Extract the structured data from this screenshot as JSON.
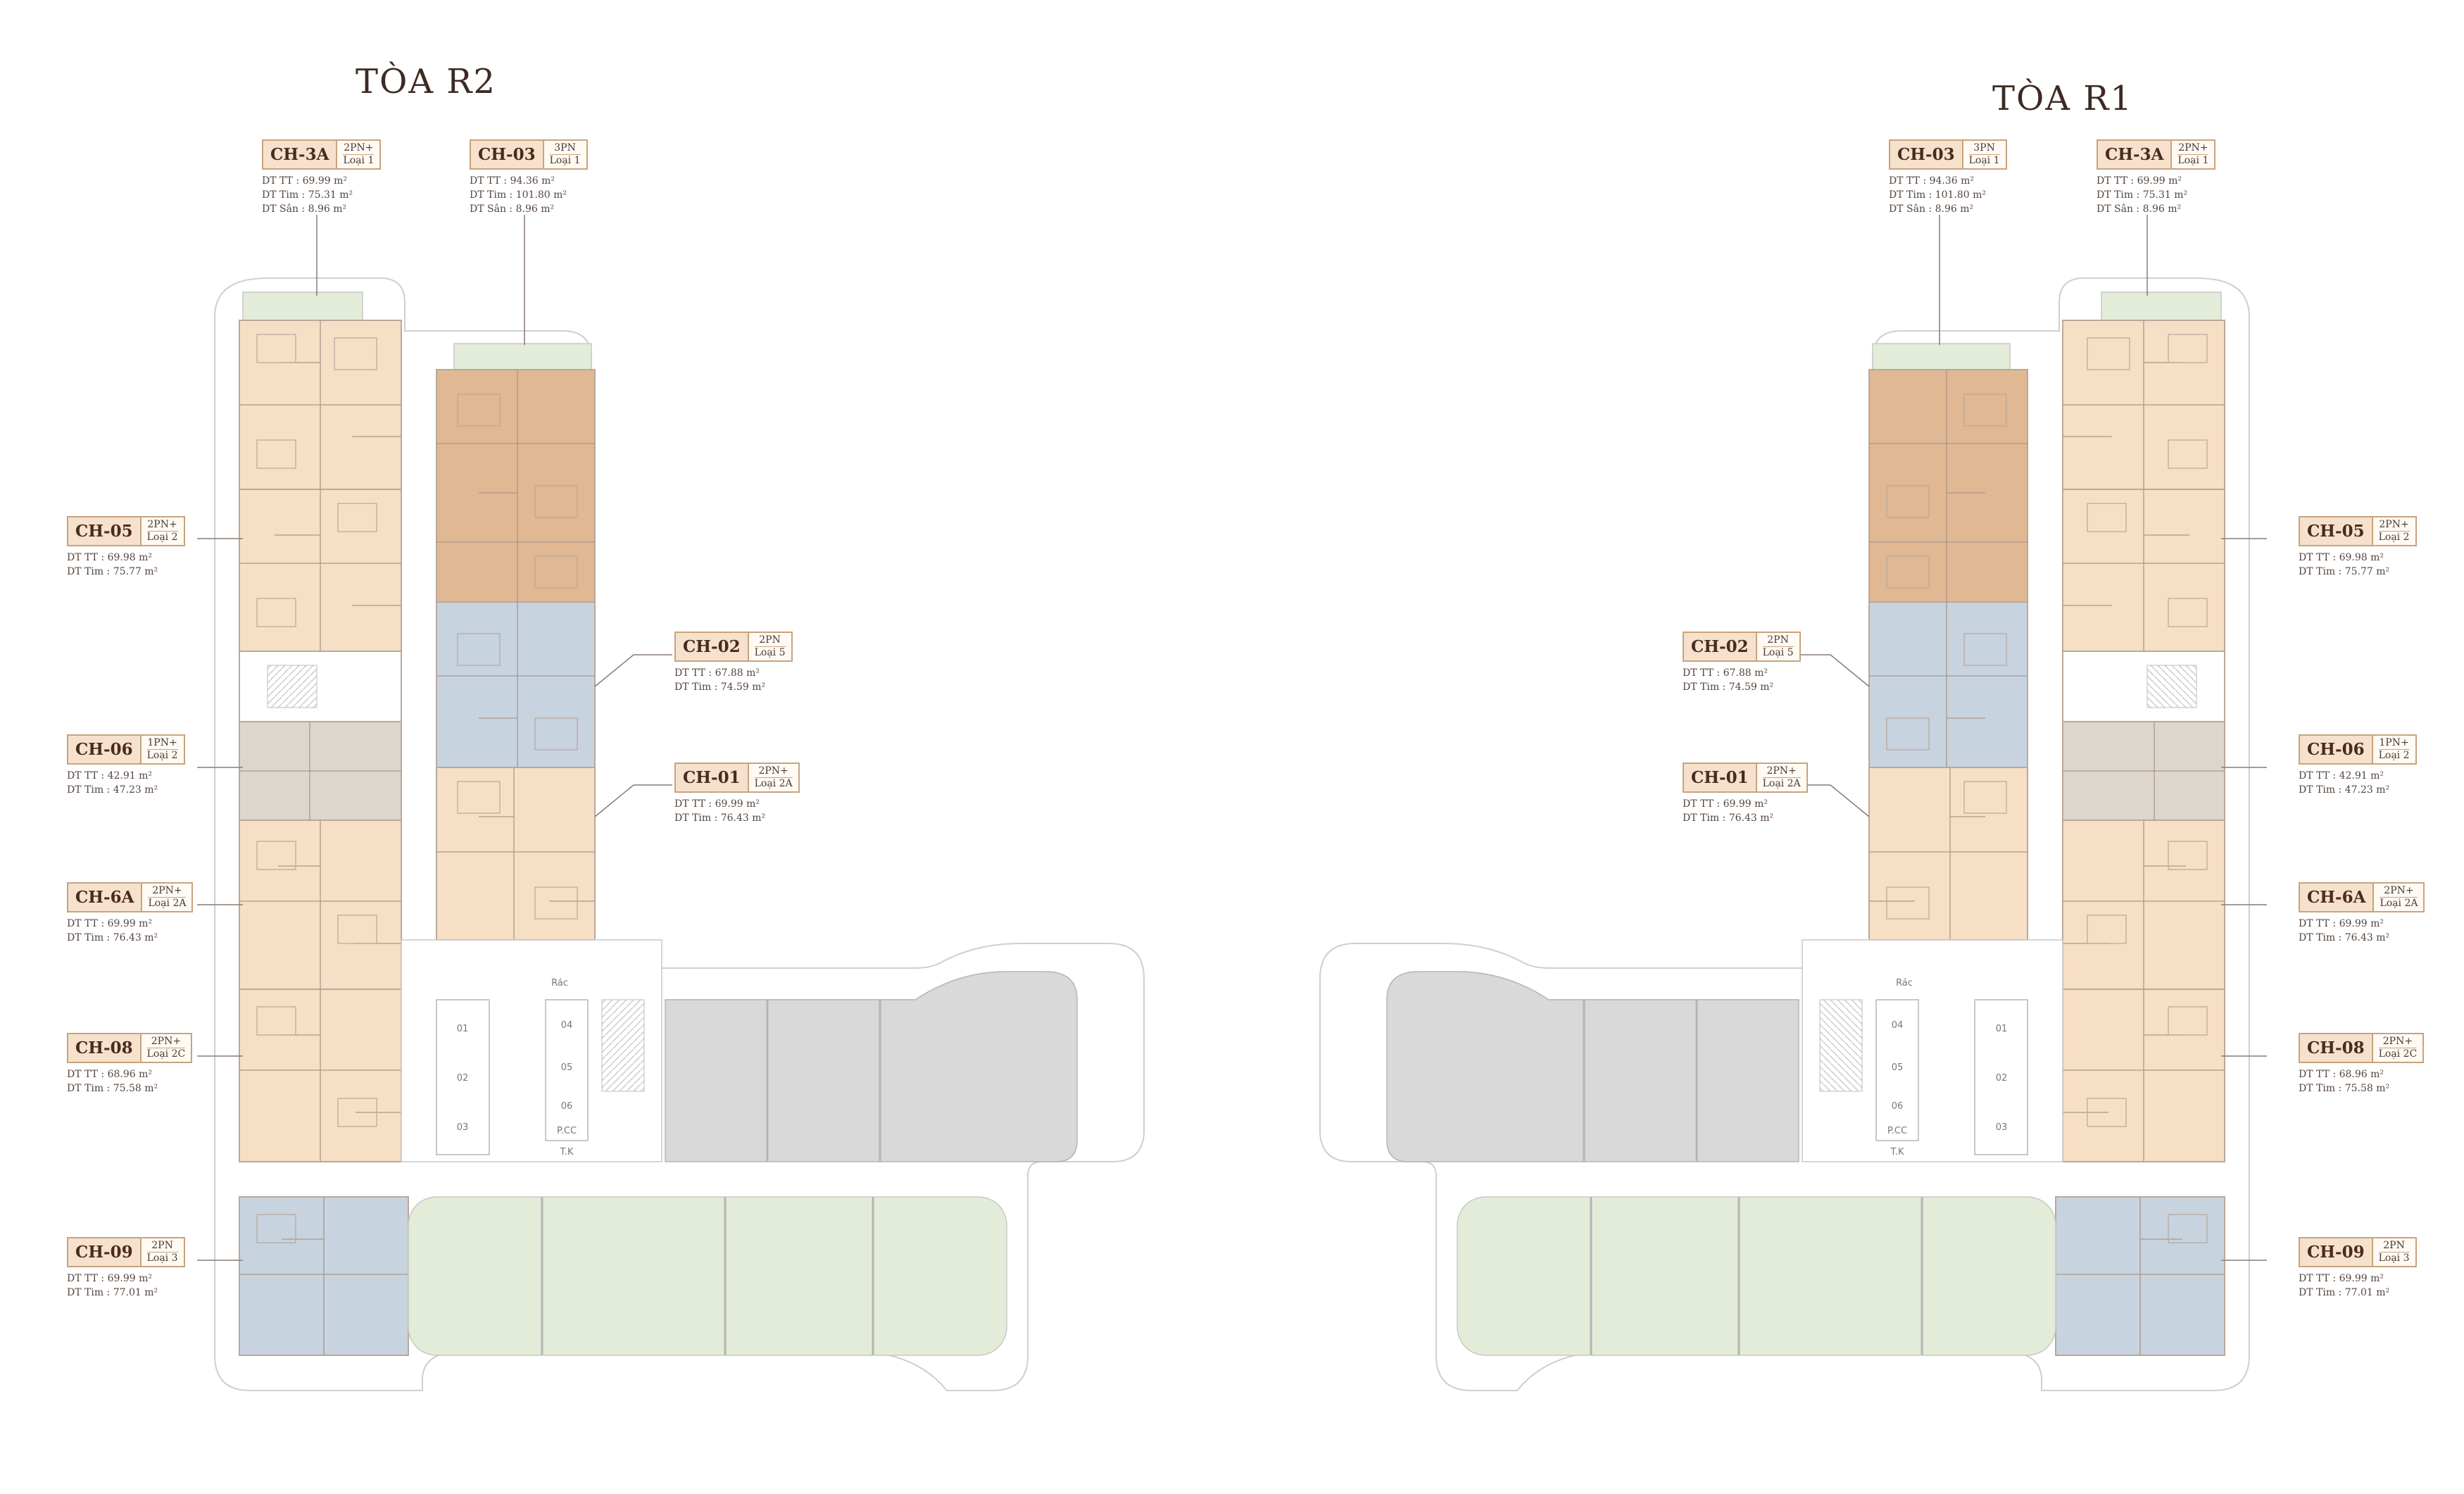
{
  "buildings": [
    {
      "id": "r2",
      "title": "TÒA R2"
    },
    {
      "id": "r1",
      "title": "TÒA R1"
    }
  ],
  "units": [
    {
      "id": "r2-ch3a",
      "code": "CH-3A",
      "beds": "2PN+",
      "type": "Loại 1",
      "areas": [
        "DT TT   : 69.99 m²",
        "DT Tim : 75.31 m²",
        "DT Sân : 8.96 m²"
      ]
    },
    {
      "id": "r2-ch03",
      "code": "CH-03",
      "beds": "3PN",
      "type": "Loại 1",
      "areas": [
        "DT TT   : 94.36 m²",
        "DT Tim : 101.80 m²",
        "DT Sân : 8.96 m²"
      ]
    },
    {
      "id": "r2-ch05",
      "code": "CH-05",
      "beds": "2PN+",
      "type": "Loại 2",
      "areas": [
        "DT TT   : 69.98 m²",
        "DT Tim : 75.77 m²"
      ]
    },
    {
      "id": "r2-ch02",
      "code": "CH-02",
      "beds": "2PN",
      "type": "Loại 5",
      "areas": [
        "DT TT   : 67.88 m²",
        "DT Tim : 74.59 m²"
      ]
    },
    {
      "id": "r2-ch06",
      "code": "CH-06",
      "beds": "1PN+",
      "type": "Loại 2",
      "areas": [
        "DT TT   : 42.91 m²",
        "DT Tim : 47.23 m²"
      ]
    },
    {
      "id": "r2-ch01",
      "code": "CH-01",
      "beds": "2PN+",
      "type": "Loại 2A",
      "areas": [
        "DT TT   : 69.99 m²",
        "DT Tim : 76.43 m²"
      ]
    },
    {
      "id": "r2-ch6a",
      "code": "CH-6A",
      "beds": "2PN+",
      "type": "Loại 2A",
      "areas": [
        "DT TT   : 69.99 m²",
        "DT Tim : 76.43 m²"
      ]
    },
    {
      "id": "r2-ch08",
      "code": "CH-08",
      "beds": "2PN+",
      "type": "Loại 2C",
      "areas": [
        "DT TT   : 68.96 m²",
        "DT Tim : 75.58 m²"
      ]
    },
    {
      "id": "r2-ch09",
      "code": "CH-09",
      "beds": "2PN",
      "type": "Loại 3",
      "areas": [
        "DT TT   : 69.99 m²",
        "DT Tim : 77.01 m²"
      ]
    },
    {
      "id": "r1-ch03",
      "code": "CH-03",
      "beds": "3PN",
      "type": "Loại 1",
      "areas": [
        "DT TT   : 94.36 m²",
        "DT Tim : 101.80 m²",
        "DT Sân : 8.96 m²"
      ]
    },
    {
      "id": "r1-ch3a",
      "code": "CH-3A",
      "beds": "2PN+",
      "type": "Loại 1",
      "areas": [
        "DT TT   : 69.99 m²",
        "DT Tim : 75.31 m²",
        "DT Sân : 8.96 m²"
      ]
    },
    {
      "id": "r1-ch05",
      "code": "CH-05",
      "beds": "2PN+",
      "type": "Loại 2",
      "areas": [
        "DT TT   : 69.98 m²",
        "DT Tim : 75.77 m²"
      ]
    },
    {
      "id": "r1-ch02",
      "code": "CH-02",
      "beds": "2PN",
      "type": "Loại 5",
      "areas": [
        "DT TT   : 67.88 m²",
        "DT Tim : 74.59 m²"
      ]
    },
    {
      "id": "r1-ch06",
      "code": "CH-06",
      "beds": "1PN+",
      "type": "Loại 2",
      "areas": [
        "DT TT   : 42.91 m²",
        "DT Tim : 47.23 m²"
      ]
    },
    {
      "id": "r1-ch01",
      "code": "CH-01",
      "beds": "2PN+",
      "type": "Loại 2A",
      "areas": [
        "DT TT   : 69.99 m²",
        "DT Tim : 76.43 m²"
      ]
    },
    {
      "id": "r1-ch6a",
      "code": "CH-6A",
      "beds": "2PN+",
      "type": "Loại 2A",
      "areas": [
        "DT TT   : 69.99 m²",
        "DT Tim : 76.43 m²"
      ]
    },
    {
      "id": "r1-ch08",
      "code": "CH-08",
      "beds": "2PN+",
      "type": "Loại 2C",
      "areas": [
        "DT TT   : 68.96 m²",
        "DT Tim : 75.58 m²"
      ]
    },
    {
      "id": "r1-ch09",
      "code": "CH-09",
      "beds": "2PN",
      "type": "Loại 3",
      "areas": [
        "DT TT   : 69.99 m²",
        "DT Tim : 77.01 m²"
      ]
    }
  ],
  "rooms": {
    "r2": {
      "lifts": [
        "01",
        "02",
        "03",
        "04",
        "05",
        "06"
      ],
      "ptc": "P.CC",
      "tk": "T.K",
      "rac": "Rác"
    },
    "r1": {
      "lifts": [
        "04",
        "05",
        "06",
        "01",
        "02",
        "03"
      ],
      "ptc": "P.CC",
      "tk": "T.K",
      "rac": "Rác"
    }
  },
  "colors": {
    "peach": "#f7dfc6",
    "terracotta": "#e0b894",
    "blue": "#c7d3df",
    "beige": "#ddd6cd",
    "grey": "#d9d9d9",
    "green": "#e3ecd8",
    "outline": "#c8c8c8",
    "leader": "#8a7a72"
  }
}
